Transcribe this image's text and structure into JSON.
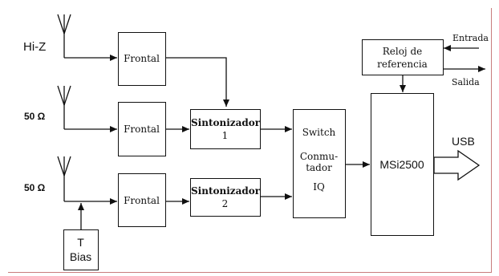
{
  "inputs": {
    "hiz": "Hi-Z",
    "ohm1": "50 Ω",
    "ohm2": "50 Ω"
  },
  "blocks": {
    "frontal1": "Frontal",
    "frontal2": "Frontal",
    "frontal3": "Frontal",
    "tuner1_line1": "Sintonizador",
    "tuner1_line2": "1",
    "tuner2_line1": "Sintonizador",
    "tuner2_line2": "2",
    "switch_line1": "Switch",
    "switch_line2": "Conmu-",
    "switch_line3": "tador",
    "switch_line4": "IQ",
    "msi": "MSi2500",
    "ref_line1": "Reloj de",
    "ref_line2": "referencia",
    "tbias_line1": "T",
    "tbias_line2": "Bias"
  },
  "signals": {
    "entrada": "Entrada",
    "salida": "Salida",
    "usb": "USB"
  },
  "colors": {
    "line": "#111111",
    "frame": "#c87c7c",
    "background": "#ffffff"
  }
}
